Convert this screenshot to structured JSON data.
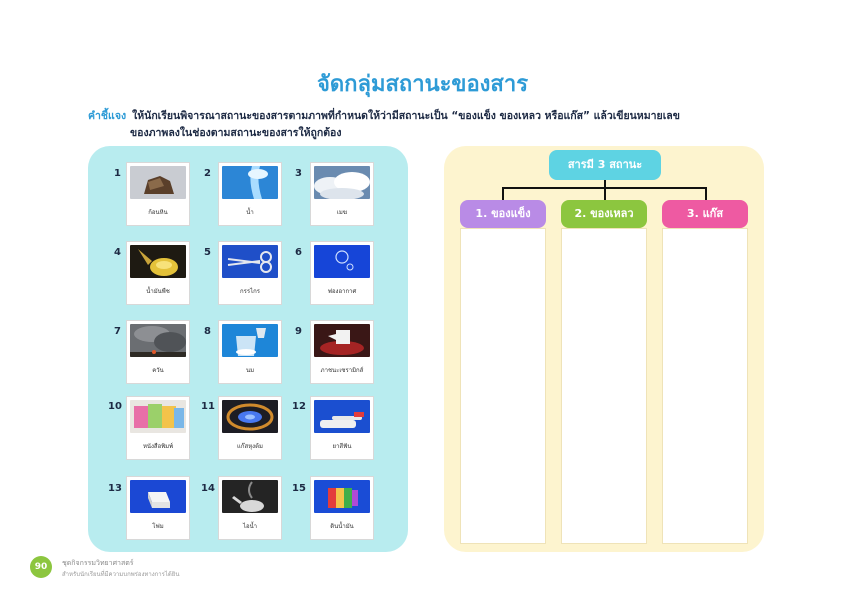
{
  "page": {
    "title": "จัดกลุ่มสถานะของสาร",
    "instruction_label": "คำชี้แจง",
    "instruction_line1": "ให้นักเรียนพิจารณาสถานะของสารตามภาพที่กำหนดให้ว่ามีสถานะเป็น “ของแข็ง ของเหลว หรือแก๊ส” แล้วเขียนหมายเลข",
    "instruction_line2": "ของภาพลงในช่องตามสถานะของสารให้ถูกต้อง"
  },
  "items": [
    {
      "num": "1",
      "caption": "ก้อนหิน",
      "icon": "rock-icon"
    },
    {
      "num": "2",
      "caption": "น้ำ",
      "icon": "water-icon"
    },
    {
      "num": "3",
      "caption": "เมฆ",
      "icon": "cloud-icon"
    },
    {
      "num": "4",
      "caption": "น้ำมันพืช",
      "icon": "oil-icon"
    },
    {
      "num": "5",
      "caption": "กรรไกร",
      "icon": "scissors-icon"
    },
    {
      "num": "6",
      "caption": "ฟองอากาศ",
      "icon": "bubble-icon"
    },
    {
      "num": "7",
      "caption": "ควัน",
      "icon": "smoke-icon"
    },
    {
      "num": "8",
      "caption": "นม",
      "icon": "milk-icon"
    },
    {
      "num": "9",
      "caption": "ภาชนะเซรามิกส์",
      "icon": "ceramic-icon"
    },
    {
      "num": "10",
      "caption": "หนังสือพิมพ์",
      "icon": "newspaper-icon"
    },
    {
      "num": "11",
      "caption": "แก๊สหุงต้ม",
      "icon": "gas-flame-icon"
    },
    {
      "num": "12",
      "caption": "ยาสีฟัน",
      "icon": "toothpaste-icon"
    },
    {
      "num": "13",
      "caption": "โฟม",
      "icon": "foam-icon"
    },
    {
      "num": "14",
      "caption": "ไอน้ำ",
      "icon": "steam-icon"
    },
    {
      "num": "15",
      "caption": "ดินน้ำมัน",
      "icon": "clay-icon"
    }
  ],
  "diagram": {
    "root": "สารมี  3  สถานะ",
    "columns": [
      {
        "label": "1. ของแข็ง",
        "color": "#b98be6"
      },
      {
        "label": "2. ของเหลว",
        "color": "#8cc63f"
      },
      {
        "label": "3. แก๊ส",
        "color": "#ee5aa2"
      }
    ]
  },
  "footer": {
    "page_number": "90",
    "book_title": "ชุดกิจกรรมวิทยาศาสตร์",
    "book_subtitle": "สำหรับนักเรียนที่มีความบกพร่องทางการได้ยิน"
  },
  "colors": {
    "title": "#2e9bd6",
    "left_panel": "#b8ecef",
    "right_panel": "#fdf4cf",
    "root_box": "#5ed3e3"
  }
}
